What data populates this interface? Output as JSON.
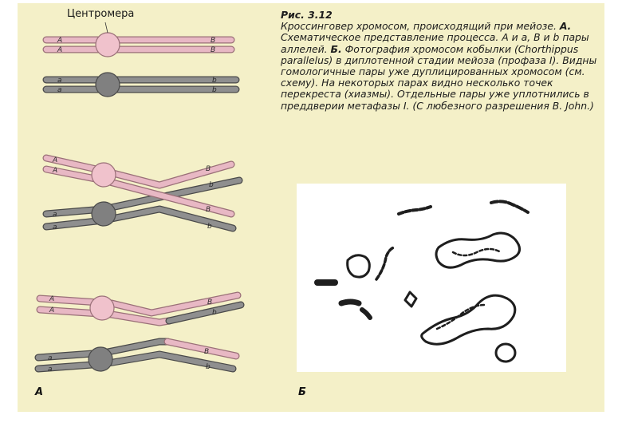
{
  "centromere_label": "Центромера",
  "caption": {
    "title": "Рис. 3.12",
    "parts": [
      {
        "text": "Кроссинговер хромосом, происходящий при мейозе. ",
        "bold": false
      },
      {
        "text": "А.",
        "bold": true
      },
      {
        "text": " Схематическое представление процесса. А и а, В и b пары аллелей. ",
        "bold": false
      },
      {
        "text": "Б.",
        "bold": true
      },
      {
        "text": " Фотография хромосом кобылки (Chorthippus parallelus) в диплотенной стадии мейоза (профаза I). Видны гомологичные пары уже дуплицированных хромосом (см. схему). На некоторых парах видно несколько точек перекреста (хиазмы). Отдельные пары уже уплотнились в преддверии метафазы I. (С любезного разрешения B. John.)",
        "bold": false
      }
    ]
  },
  "panel_labels": {
    "a": "А",
    "b": "Б"
  },
  "alleles": {
    "upper_left": "A",
    "lower_left": "a",
    "upper_right": "B",
    "lower_right": "b"
  },
  "colors": {
    "panel_bg": "#f4f0c8",
    "pink_chromatid": "#e8b8c4",
    "pink_outline": "#9a7078",
    "gray_chromatid": "#8f8f8f",
    "gray_outline": "#4a4a4a",
    "pink_centromere": "#f0c2cc",
    "gray_centromere": "#808080"
  },
  "stages": [
    {
      "name": "before-crossover"
    },
    {
      "name": "chiasma"
    },
    {
      "name": "after-crossover"
    }
  ]
}
